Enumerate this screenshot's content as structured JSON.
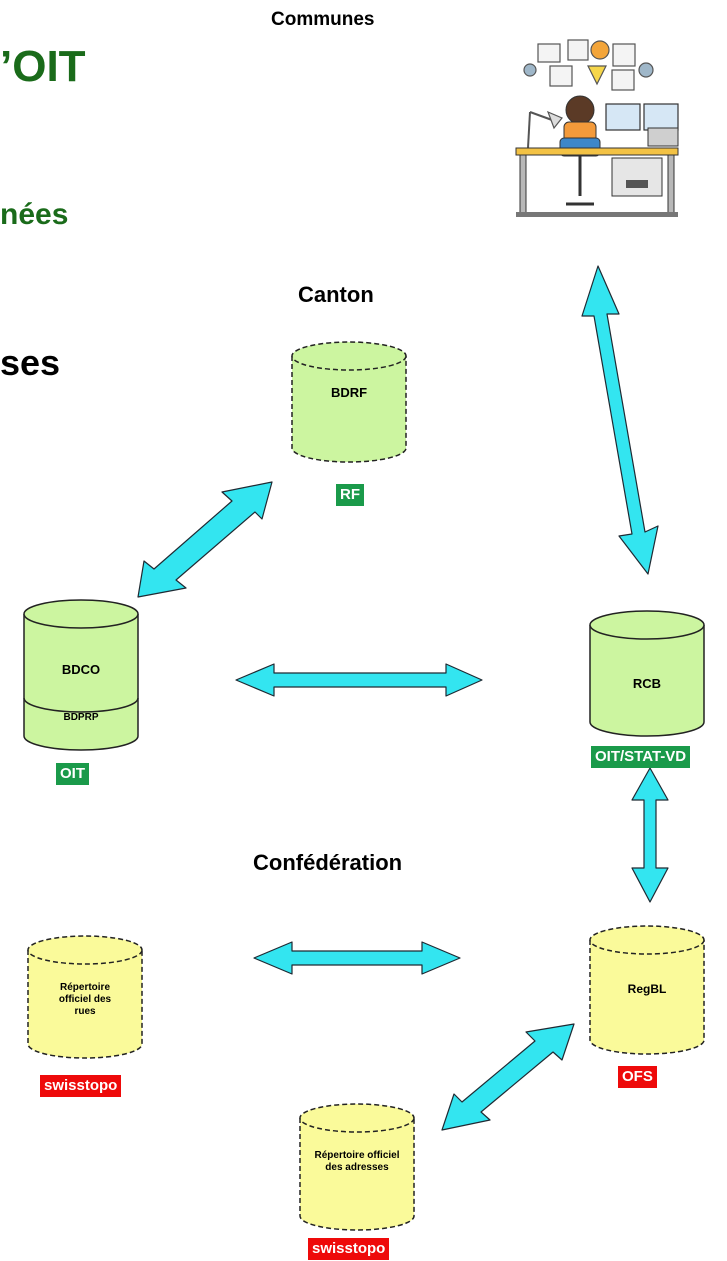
{
  "heading": {
    "line1": "’OIT",
    "line2": "nées",
    "line3": "ses"
  },
  "sections": {
    "communes": "Communes",
    "canton": "Canton",
    "confederation": "Confédération"
  },
  "databases": {
    "bdrf": {
      "label": "BDRF",
      "tag": "RF"
    },
    "bdco": {
      "label": "BDCO",
      "sublabel": "BDPRP",
      "tag": "OIT"
    },
    "rcb": {
      "label": "RCB",
      "tag": "OIT/STAT-VD"
    },
    "regbl": {
      "label": "RegBL",
      "tag": "OFS"
    },
    "rues": {
      "label": "Répertoire officiel des rues",
      "tag": "swisstopo"
    },
    "adresses": {
      "label": "Répertoire officiel des adresses",
      "tag": "swisstopo"
    }
  },
  "colors": {
    "accent_green": "#1a6b1a",
    "tag_green": "#1a9a4a",
    "tag_red": "#ee0a0a",
    "arrow_cyan": "#33e5f0",
    "db_green": "#ccf5a0",
    "db_yellow": "#fafa9a"
  }
}
